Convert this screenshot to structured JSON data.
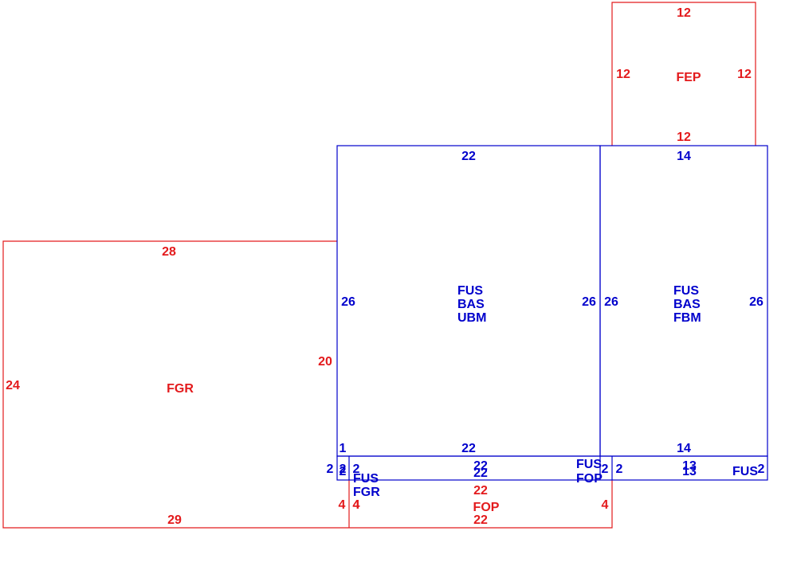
{
  "colors": {
    "red": "#e31a1c",
    "blue": "#0000cc",
    "background": "#ffffff"
  },
  "areas": [
    {
      "id": "fgr",
      "color": "red",
      "codes": [
        "FGR"
      ],
      "dims": [
        "28",
        "24",
        "20",
        "29"
      ]
    },
    {
      "id": "fep",
      "color": "red",
      "codes": [
        "FEP"
      ],
      "dims": [
        "12",
        "12",
        "12",
        "12"
      ]
    },
    {
      "id": "main-left",
      "color": "blue",
      "codes": [
        "FUS",
        "BAS",
        "UBM"
      ],
      "dims": [
        "22",
        "26",
        "26",
        "22",
        "1"
      ]
    },
    {
      "id": "main-right",
      "color": "blue",
      "codes": [
        "FUS",
        "BAS",
        "FBM"
      ],
      "dims": [
        "14",
        "26",
        "26",
        "14"
      ]
    },
    {
      "id": "strip-left",
      "color": "blue",
      "codes": [
        "FUS",
        "FOP"
      ],
      "dims": [
        "22",
        "22",
        "2",
        "2",
        "2",
        "2"
      ]
    },
    {
      "id": "strip-right",
      "color": "blue",
      "codes": [
        "FUS"
      ],
      "dims": [
        "13",
        "13",
        "2",
        "2"
      ]
    },
    {
      "id": "fop",
      "color": "red",
      "codes": [
        "FOP"
      ],
      "dims": [
        "22",
        "22",
        "4",
        "4"
      ]
    },
    {
      "id": "fgr-small",
      "color": "blue",
      "codes": [
        "FUS",
        "FGR"
      ],
      "dims": [
        "4",
        "4",
        "2"
      ]
    }
  ]
}
